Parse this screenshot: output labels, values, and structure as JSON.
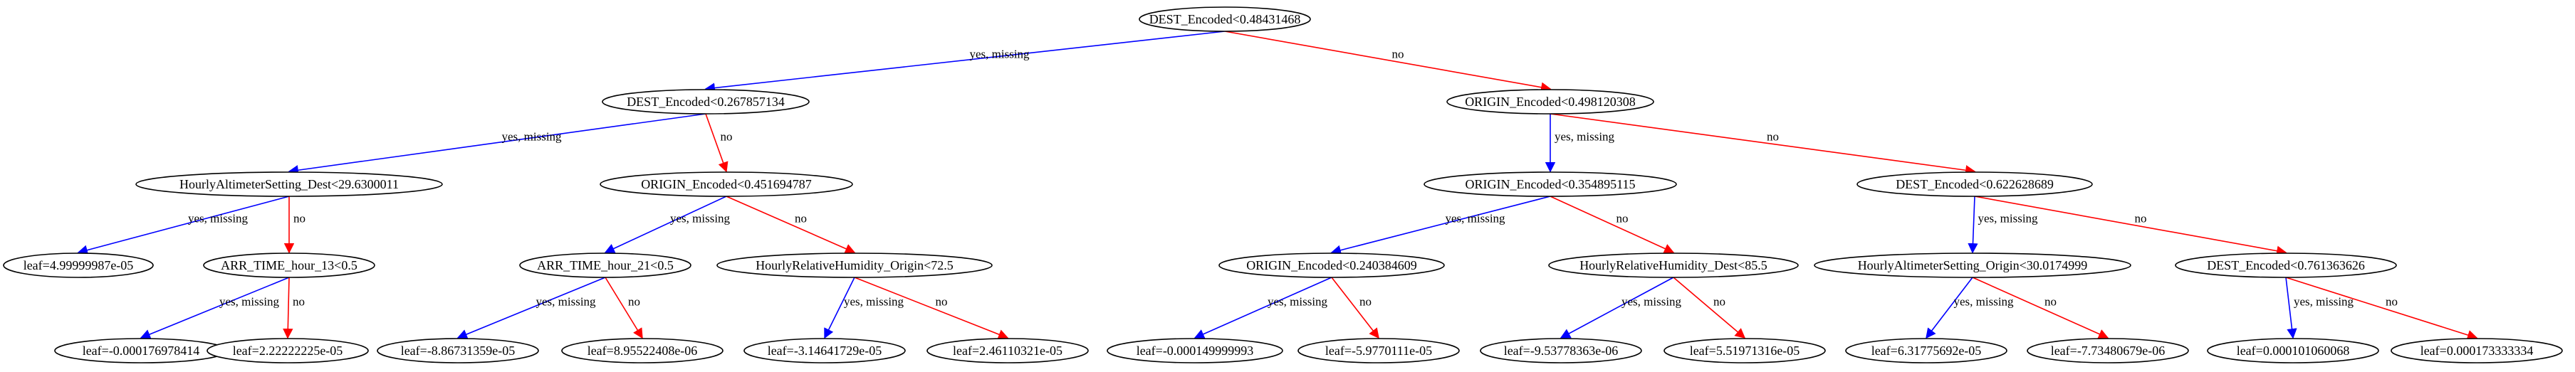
{
  "tree": {
    "nodes": [
      {
        "id": "n0",
        "label": "DEST_Encoded<0.48431468"
      },
      {
        "id": "n1",
        "label": "DEST_Encoded<0.267857134"
      },
      {
        "id": "n2",
        "label": "ORIGIN_Encoded<0.498120308"
      },
      {
        "id": "n3",
        "label": "HourlyAltimeterSetting_Dest<29.6300011"
      },
      {
        "id": "n4",
        "label": "ORIGIN_Encoded<0.451694787"
      },
      {
        "id": "n5",
        "label": "ORIGIN_Encoded<0.354895115"
      },
      {
        "id": "n6",
        "label": "DEST_Encoded<0.622628689"
      },
      {
        "id": "n7",
        "label": "leaf=4.99999987e-05"
      },
      {
        "id": "n8",
        "label": "ARR_TIME_hour_13<0.5"
      },
      {
        "id": "n9",
        "label": "ARR_TIME_hour_21<0.5"
      },
      {
        "id": "n10",
        "label": "HourlyRelativeHumidity_Origin<72.5"
      },
      {
        "id": "n11",
        "label": "ORIGIN_Encoded<0.240384609"
      },
      {
        "id": "n12",
        "label": "HourlyRelativeHumidity_Dest<85.5"
      },
      {
        "id": "n13",
        "label": "HourlyAltimeterSetting_Origin<30.0174999"
      },
      {
        "id": "n14",
        "label": "DEST_Encoded<0.761363626"
      },
      {
        "id": "n15",
        "label": "leaf=-0.000176978414"
      },
      {
        "id": "n16",
        "label": "leaf=2.22222225e-05"
      },
      {
        "id": "n17",
        "label": "leaf=-8.86731359e-05"
      },
      {
        "id": "n18",
        "label": "leaf=8.95522408e-06"
      },
      {
        "id": "n19",
        "label": "leaf=-3.14641729e-05"
      },
      {
        "id": "n20",
        "label": "leaf=2.46110321e-05"
      },
      {
        "id": "n21",
        "label": "leaf=-0.000149999993"
      },
      {
        "id": "n22",
        "label": "leaf=-5.9770111e-05"
      },
      {
        "id": "n23",
        "label": "leaf=-9.53778363e-06"
      },
      {
        "id": "n24",
        "label": "leaf=5.51971316e-05"
      },
      {
        "id": "n25",
        "label": "leaf=6.31775692e-05"
      },
      {
        "id": "n26",
        "label": "leaf=-7.73480679e-06"
      },
      {
        "id": "n27",
        "label": "leaf=0.000101060068"
      },
      {
        "id": "n28",
        "label": "leaf=0.000173333334"
      }
    ],
    "edges": [
      {
        "from": "n0",
        "to": "n1",
        "label": "yes, missing",
        "color": "#0000ff"
      },
      {
        "from": "n0",
        "to": "n2",
        "label": "no",
        "color": "#ff0000"
      },
      {
        "from": "n1",
        "to": "n3",
        "label": "yes, missing",
        "color": "#0000ff"
      },
      {
        "from": "n1",
        "to": "n4",
        "label": "no",
        "color": "#ff0000"
      },
      {
        "from": "n2",
        "to": "n5",
        "label": "yes, missing",
        "color": "#0000ff"
      },
      {
        "from": "n2",
        "to": "n6",
        "label": "no",
        "color": "#ff0000"
      },
      {
        "from": "n3",
        "to": "n7",
        "label": "yes, missing",
        "color": "#0000ff"
      },
      {
        "from": "n3",
        "to": "n8",
        "label": "no",
        "color": "#ff0000"
      },
      {
        "from": "n4",
        "to": "n9",
        "label": "yes, missing",
        "color": "#0000ff"
      },
      {
        "from": "n4",
        "to": "n10",
        "label": "no",
        "color": "#ff0000"
      },
      {
        "from": "n5",
        "to": "n11",
        "label": "yes, missing",
        "color": "#0000ff"
      },
      {
        "from": "n5",
        "to": "n12",
        "label": "no",
        "color": "#ff0000"
      },
      {
        "from": "n6",
        "to": "n13",
        "label": "yes, missing",
        "color": "#0000ff"
      },
      {
        "from": "n6",
        "to": "n14",
        "label": "no",
        "color": "#ff0000"
      },
      {
        "from": "n8",
        "to": "n15",
        "label": "yes, missing",
        "color": "#0000ff"
      },
      {
        "from": "n8",
        "to": "n16",
        "label": "no",
        "color": "#ff0000"
      },
      {
        "from": "n9",
        "to": "n17",
        "label": "yes, missing",
        "color": "#0000ff"
      },
      {
        "from": "n9",
        "to": "n18",
        "label": "no",
        "color": "#ff0000"
      },
      {
        "from": "n10",
        "to": "n19",
        "label": "yes, missing",
        "color": "#0000ff"
      },
      {
        "from": "n10",
        "to": "n20",
        "label": "no",
        "color": "#ff0000"
      },
      {
        "from": "n11",
        "to": "n21",
        "label": "yes, missing",
        "color": "#0000ff"
      },
      {
        "from": "n11",
        "to": "n22",
        "label": "no",
        "color": "#ff0000"
      },
      {
        "from": "n12",
        "to": "n23",
        "label": "yes, missing",
        "color": "#0000ff"
      },
      {
        "from": "n12",
        "to": "n24",
        "label": "no",
        "color": "#ff0000"
      },
      {
        "from": "n13",
        "to": "n25",
        "label": "yes, missing",
        "color": "#0000ff"
      },
      {
        "from": "n13",
        "to": "n26",
        "label": "no",
        "color": "#ff0000"
      },
      {
        "from": "n14",
        "to": "n27",
        "label": "yes, missing",
        "color": "#0000ff"
      },
      {
        "from": "n14",
        "to": "n28",
        "label": "no",
        "color": "#ff0000"
      }
    ]
  }
}
